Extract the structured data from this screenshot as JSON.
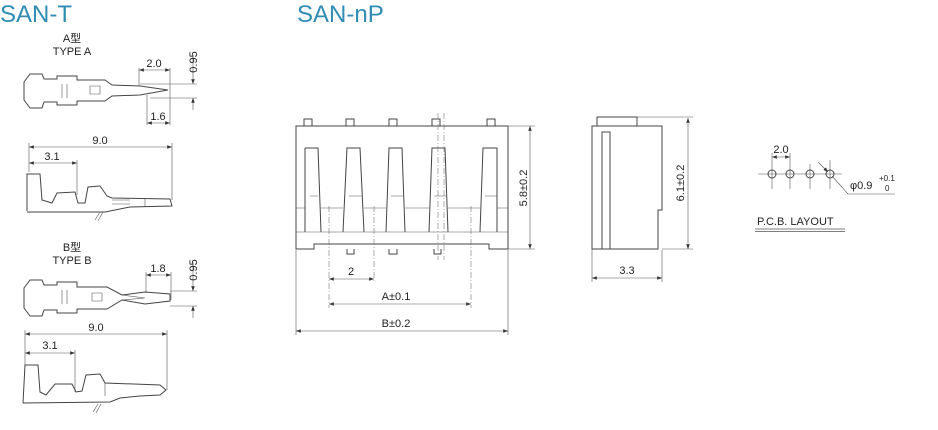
{
  "titles": {
    "terminal": "SAN-T",
    "housing": "SAN-nP"
  },
  "type_a": {
    "label_cn": "A型",
    "label_en": "TYPE A",
    "dim_tip_length": "2.0",
    "dim_thickness": "0.95",
    "dim_tip_short": "1.6",
    "dim_total": "9.0",
    "dim_crimp": "3.1"
  },
  "type_b": {
    "label_cn": "B型",
    "label_en": "TYPE B",
    "dim_tip_length": "1.8",
    "dim_thickness": "0.95",
    "dim_total": "9.0",
    "dim_crimp": "3.1"
  },
  "housing_front": {
    "dim_height": "5.8±0.2",
    "dim_pitch": "2",
    "dim_a": "A±0.1",
    "dim_b": "B±0.2"
  },
  "housing_side": {
    "dim_height": "6.1±0.2",
    "dim_depth": "3.3"
  },
  "pcb": {
    "dim_pitch": "2.0",
    "hole_dia": "φ0.9",
    "tol_plus": "+0.1",
    "tol_minus": "0",
    "label": "P.C.B. LAYOUT"
  },
  "colors": {
    "title": "#2f8db5",
    "line": "#444444"
  }
}
